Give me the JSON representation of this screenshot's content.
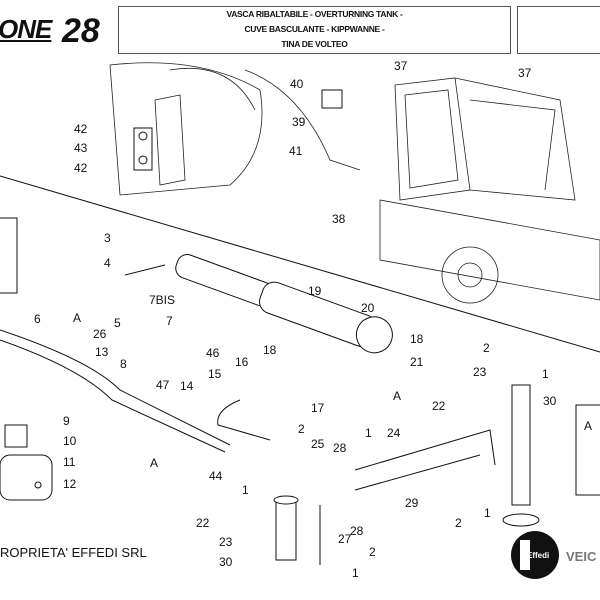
{
  "header": {
    "brand": "ONE",
    "page_number": "28",
    "title_lines": [
      "VASCA RIBALTABILE - OVERTURNING TANK -",
      "CUVE BASCULANTE - KIPPWANNE -",
      "TINA DE VOLTEO"
    ]
  },
  "footer": {
    "copyright": "ROPRIETA' EFFEDI SRL",
    "logo_text": "Effedi",
    "logo_side_text": "VEIC"
  },
  "callouts": [
    "42",
    "43",
    "42",
    "40",
    "39",
    "41",
    "37",
    "37",
    "38",
    "3",
    "4",
    "5",
    "7BIS",
    "7",
    "26",
    "13",
    "46",
    "47",
    "6",
    "8",
    "9",
    "10",
    "11",
    "12",
    "19",
    "20",
    "18",
    "21",
    "18",
    "16",
    "15",
    "14",
    "17",
    "2",
    "23",
    "1",
    "22",
    "30",
    "24",
    "1",
    "28",
    "25",
    "2",
    "44",
    "1",
    "29",
    "2",
    "1",
    "22",
    "23",
    "30",
    "27",
    "28",
    "2",
    "1",
    "A",
    "A",
    "A",
    "A"
  ]
}
